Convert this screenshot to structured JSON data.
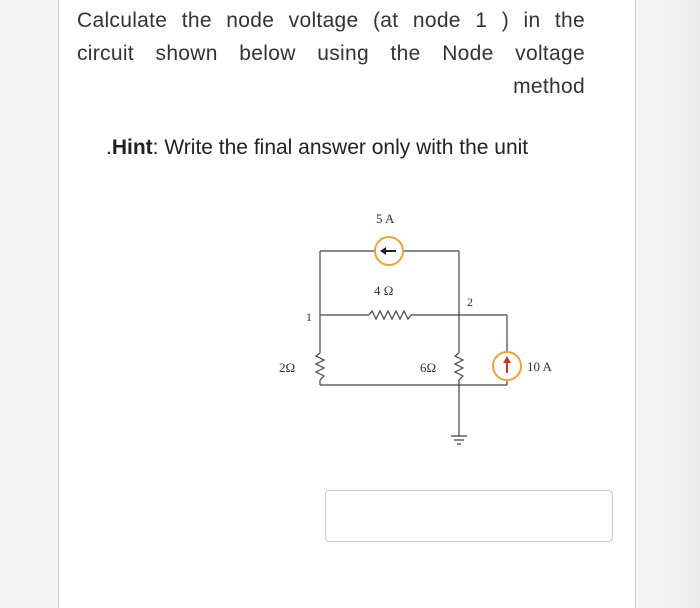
{
  "question": {
    "text": "Calculate the node voltage (at node 1 ) in the circuit shown below using the Node voltage method"
  },
  "hint": {
    "prefix": ".",
    "label": "Hint",
    "text": ": Write the final answer only with the unit"
  },
  "circuit": {
    "labels": {
      "source_top": "5 A",
      "r_middle": "4 Ω",
      "node1": "1",
      "node2": "2",
      "r_left": "2Ω",
      "r_right": "6Ω",
      "source_right": "10 A"
    }
  },
  "answer": {
    "value": "",
    "placeholder": ""
  }
}
